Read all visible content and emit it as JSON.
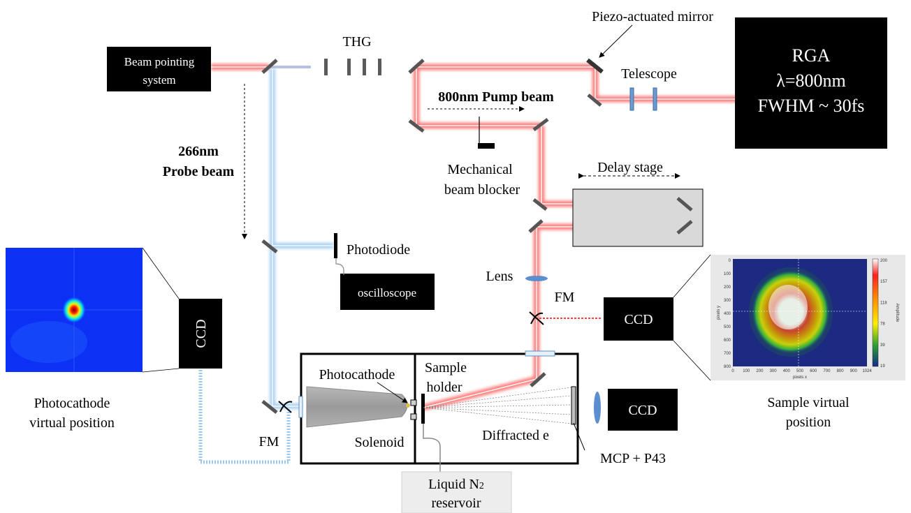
{
  "labels": {
    "thg": "THG",
    "piezo_mirror": "Piezo-actuated mirror",
    "telescope": "Telescope",
    "rga_line1": "RGA",
    "rga_line2": "λ=800nm",
    "rga_line3": "FWHM ~ 30fs",
    "beam_pointing_line1": "Beam pointing",
    "beam_pointing_line2": "system",
    "pump_beam": "800nm Pump beam",
    "probe_line1": "266nm",
    "probe_line2": "Probe beam",
    "blocker_line1": "Mechanical",
    "blocker_line2": "beam blocker",
    "delay_stage": "Delay stage",
    "photodiode": "Photodiode",
    "oscilloscope": "oscilloscope",
    "lens": "Lens",
    "fm_right": "FM",
    "fm_left": "FM",
    "ccd_left": "CCD",
    "ccd_right": "CCD",
    "ccd_bottom": "CCD",
    "photocathode": "Photocathode",
    "sample_holder_line1": "Sample",
    "sample_holder_line2": "holder",
    "solenoid": "Solenoid",
    "diffracted": "Diffracted e",
    "mcp": "MCP + P43",
    "ln2_line1": "Liquid N",
    "ln2_sub": "2",
    "ln2_line3": " reservoir",
    "photocathode_vp_line1": "Photocathode",
    "photocathode_vp_line2": "virtual position",
    "sample_vp_line1": "Sample virtual",
    "sample_vp_line2": "position"
  },
  "inset_plot": {
    "y_ticks": [
      "0",
      "100",
      "200",
      "300",
      "400",
      "500",
      "600",
      "700",
      "800"
    ],
    "x_ticks": [
      "0",
      "100",
      "200",
      "300",
      "400",
      "500",
      "600",
      "700",
      "800",
      "900",
      "1024"
    ],
    "y_label": "pixels y",
    "x_label": "pixels x",
    "colorbar_ticks": [
      "200",
      "157",
      "118",
      "78",
      "39",
      "19"
    ],
    "colorbar_label": "Amplitude"
  },
  "colors": {
    "pump_beam": "#ff3b3b",
    "probe_beam": "#8ab8e6",
    "box_fill": "#000000",
    "stage_fill": "#d9d9d9"
  }
}
